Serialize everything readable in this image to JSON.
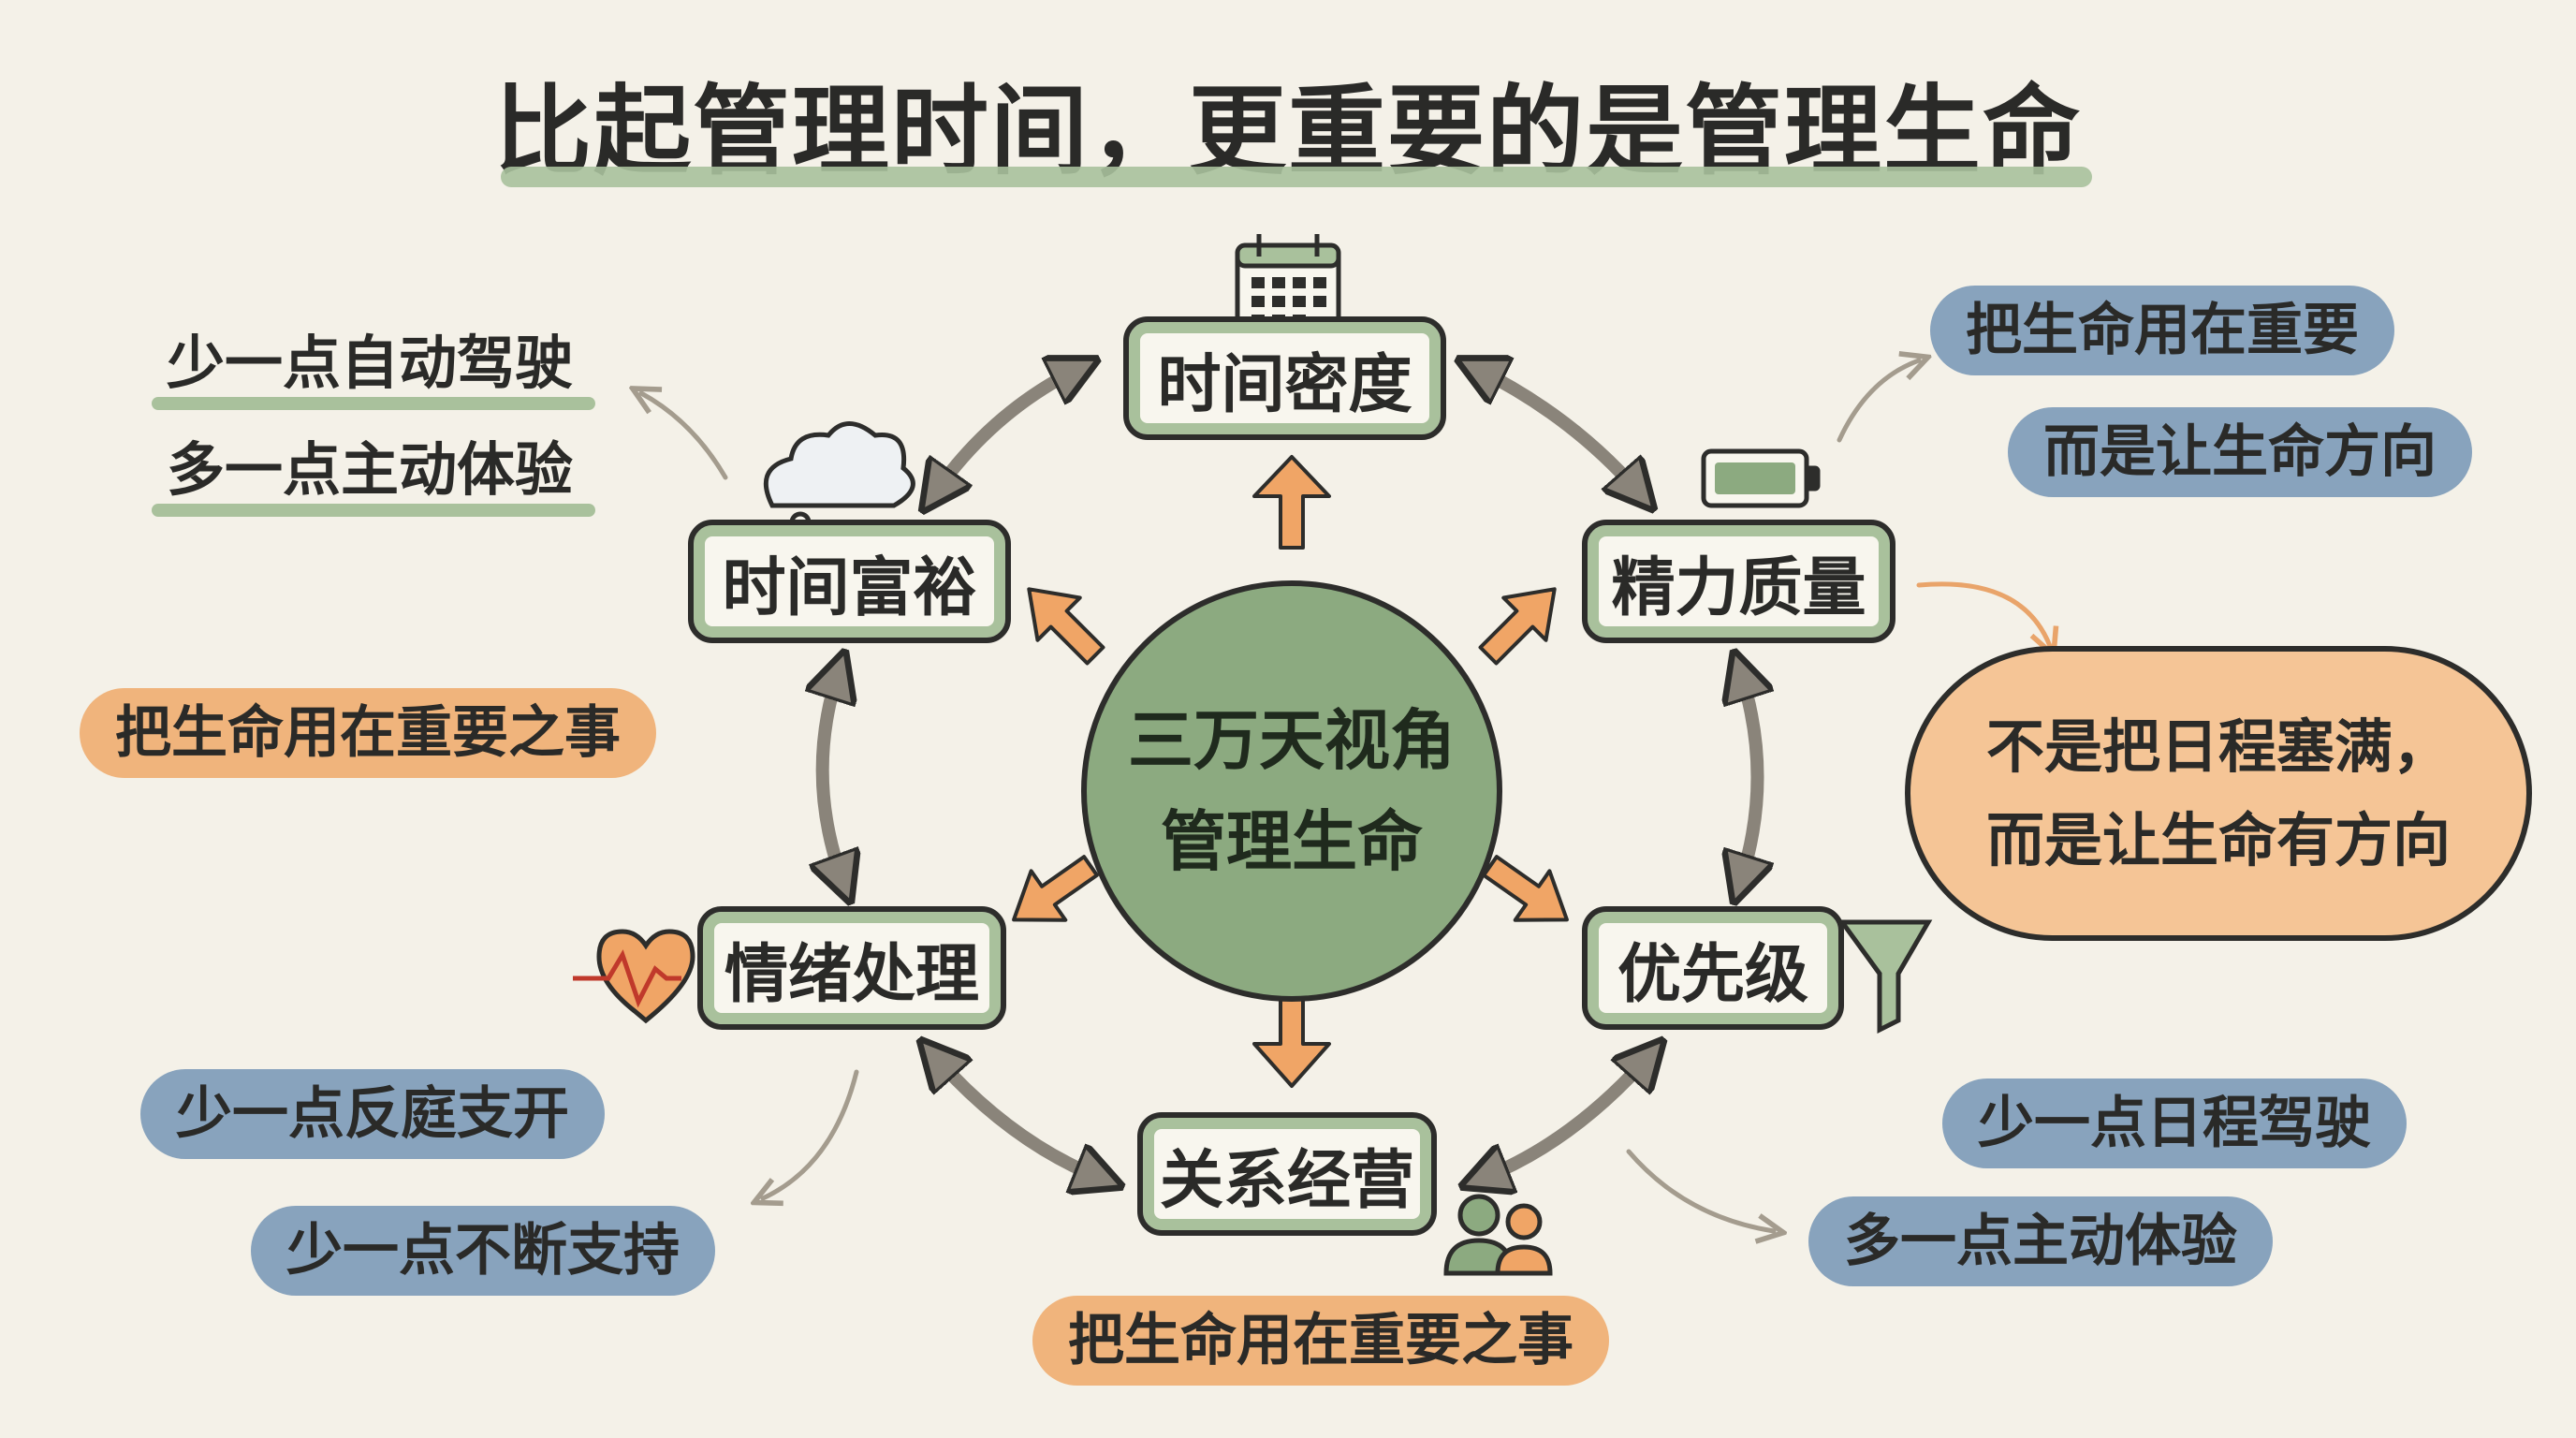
{
  "title": "比起管理时间，更重要的是管理生命",
  "center": {
    "line1": "三万天视角",
    "line2": "管理生命"
  },
  "nodes": {
    "top": "时间密度",
    "upper_left": "时间富裕",
    "upper_right": "精力质量",
    "lower_left": "情绪处理",
    "lower_right": "优先级",
    "bottom": "关系经营"
  },
  "notes": {
    "top_left_1": "少一点自动驾驶",
    "top_left_2": "多一点主动体验",
    "left_orange": "把生命用在重要之事",
    "bottom_left_1": "少一点反庭支开",
    "bottom_left_2": "少一点不断支持",
    "bottom_orange": "把生命用在重要之事",
    "top_right_1": "把生命用在重要",
    "top_right_2": "而是让生命方向",
    "bubble_1": "不是把日程塞满，",
    "bubble_2": "而是让生命有方向",
    "bottom_right_1": "少一点日程驾驶",
    "bottom_right_2": "多一点主动体验"
  },
  "icons": [
    "calendar-icon",
    "cloud-icon",
    "battery-icon",
    "heart-pulse-icon",
    "funnel-icon",
    "people-icon"
  ],
  "colors": {
    "background": "#f4f1e8",
    "green": "#8caa80",
    "light_green": "#a9c19c",
    "blue": "#88a3bd",
    "orange": "#f0b47c",
    "arrow_orange": "#f0a566",
    "arrow_gray": "#8a847a"
  }
}
